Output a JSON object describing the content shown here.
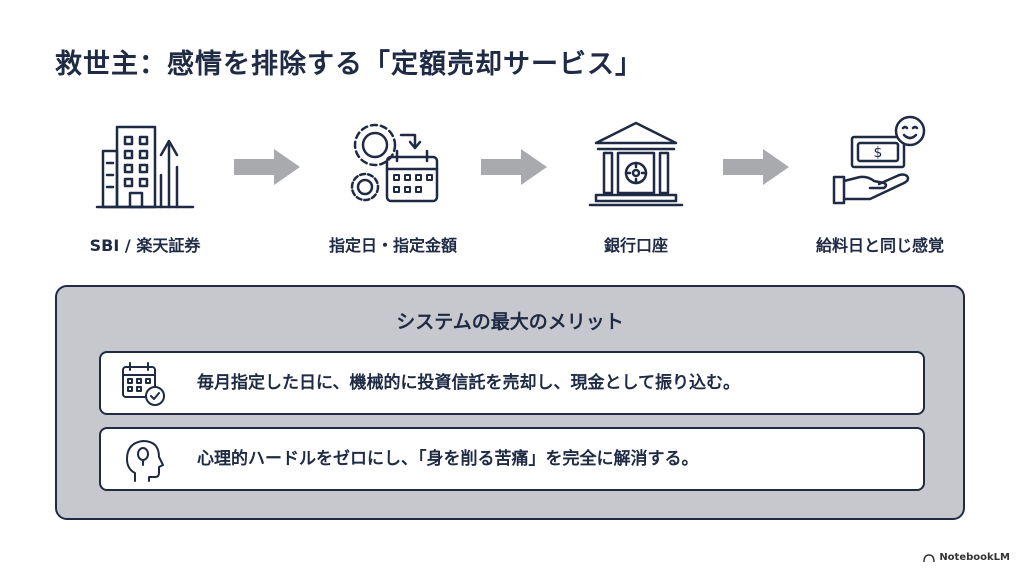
{
  "title": "救世主：感情を排除する「定額売却サービス」",
  "steps": [
    {
      "label": "SBI / 楽天証券",
      "icon": "building-icon"
    },
    {
      "label": "指定日・指定金額",
      "icon": "gears-calendar-icon"
    },
    {
      "label": "銀行口座",
      "icon": "bank-icon"
    },
    {
      "label": "給料日と同じ感覚",
      "icon": "hand-money-smile-icon"
    }
  ],
  "panel": {
    "title": "システムの最大のメリット",
    "items": [
      {
        "text": "毎月指定した日に、機械的に投資信託を売却し、現金として振り込む。",
        "icon": "calendar-check-icon"
      },
      {
        "text": "心理的ハードルをゼロにし、「身を削る苦痛」を完全に解消する。",
        "icon": "head-icon"
      }
    ]
  },
  "watermark": "NotebookLM",
  "colors": {
    "navy": "#1f2a44",
    "arrow_gray": "#a9aaad",
    "panel_gray": "#c6c8cd"
  }
}
